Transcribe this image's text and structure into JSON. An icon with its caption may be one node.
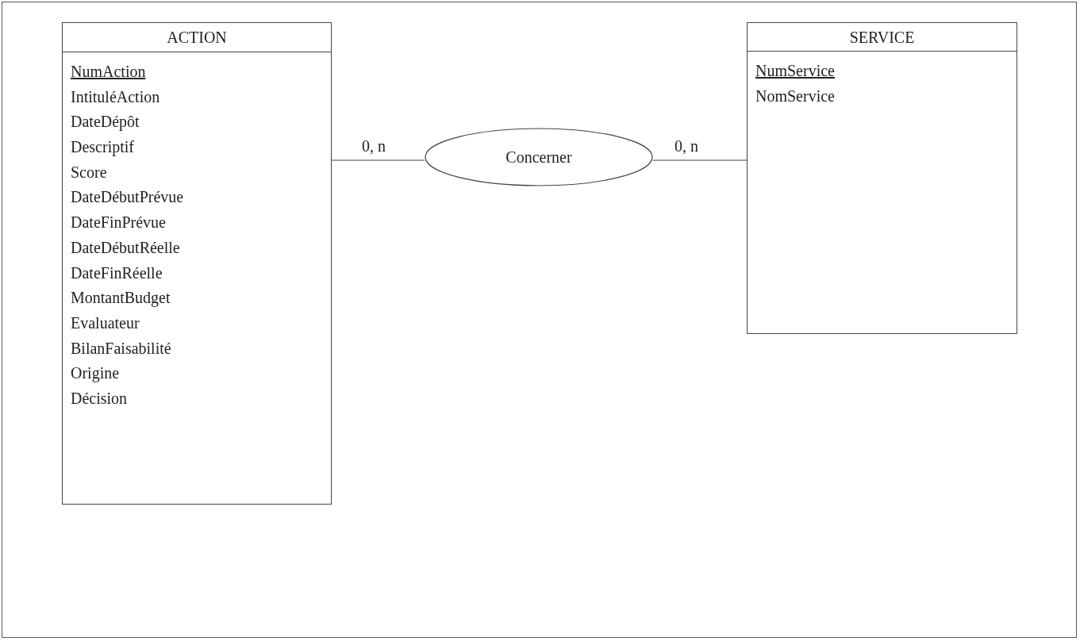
{
  "diagram": {
    "nodes": [
      {
        "text": [
          "ACTION",
          "NumAction",
          "IntituléAction",
          "DateDépôt",
          "Descriptif",
          "Score",
          "DateDébutPrévue",
          "DateFinPrévue",
          "DateDébutRéelle",
          "DateFinRéelle",
          "MontantBudget",
          "Evaluateur",
          "BilanFaisabilité",
          "Origine",
          "Décision"
        ]
      },
      {
        "text": [
          "Concerner"
        ]
      },
      {
        "text": [
          "SERVICE",
          "NumService",
          "NomService"
        ]
      }
    ],
    "edges": [
      {
        "from": 0,
        "to": 1,
        "arrow": "none",
        "label": "0, n"
      },
      {
        "from": 1,
        "to": 2,
        "arrow": "none",
        "label": "0, n"
      }
    ]
  }
}
